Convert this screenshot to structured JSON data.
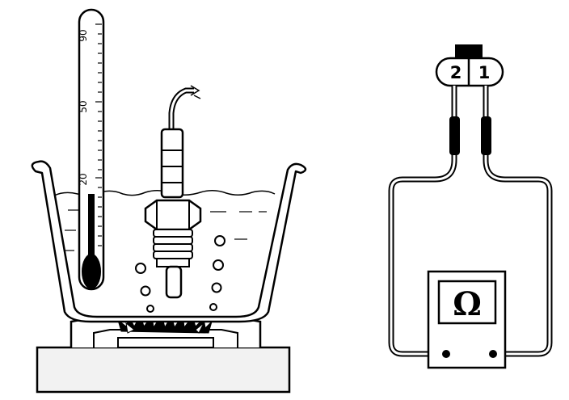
{
  "thermometer": {
    "scale_labels": [
      "90",
      "50",
      "20"
    ]
  },
  "connector": {
    "pins": [
      "2",
      "1"
    ]
  },
  "ohmmeter": {
    "symbol": "Ω"
  },
  "colors": {
    "ink": "#000000",
    "paper": "#ffffff",
    "stand": "#f2f2f2"
  }
}
